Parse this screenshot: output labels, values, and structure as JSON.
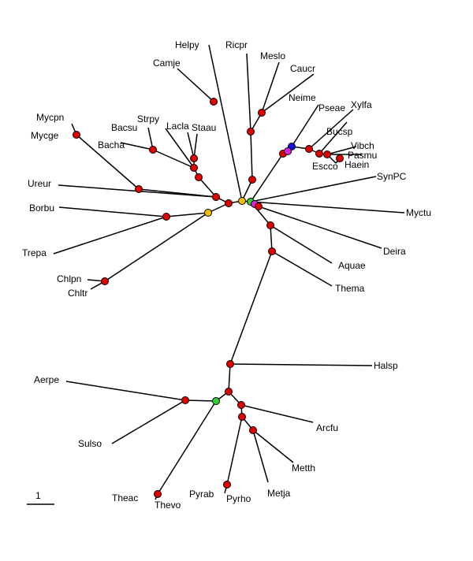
{
  "scale_bar_label": "1",
  "node_colors": {
    "red": "#e00000",
    "yellow": "#f0c000",
    "green": "#30d030",
    "blue": "#1010e0",
    "magenta": "#e020e0"
  },
  "taxa": {
    "helpy": "Helpy",
    "ricpr": "Ricpr",
    "meslo": "Meslo",
    "camje": "Camje",
    "caucr": "Caucr",
    "neime": "Neime",
    "xylfa": "Xylfa",
    "pseae": "Pseae",
    "mycpn": "Mycpn",
    "mycge": "Mycge",
    "strpy": "Strpy",
    "bacsu": "Bacsu",
    "lacla": "Lacla",
    "staau": "Staau",
    "bucsp": "Bucsp",
    "vibch": "Vibch",
    "bacha": "Bacha",
    "pasmu": "Pasmu",
    "escco": "Escco",
    "haein": "Haein",
    "synpc": "SynPC",
    "ureur": "Ureur",
    "borbu": "Borbu",
    "myctu": "Myctu",
    "trepa": "Trepa",
    "deira": "Deira",
    "aquae": "Aquae",
    "chlpn": "Chlpn",
    "chltr": "Chltr",
    "thema": "Thema",
    "halsp": "Halsp",
    "aerpe": "Aerpe",
    "arcfu": "Arcfu",
    "sulso": "Sulso",
    "metth": "Metth",
    "theac": "Theac",
    "pyrab": "Pyrab",
    "pyrho": "Pyrho",
    "metja": "Metja",
    "thevo": "Thevo"
  }
}
